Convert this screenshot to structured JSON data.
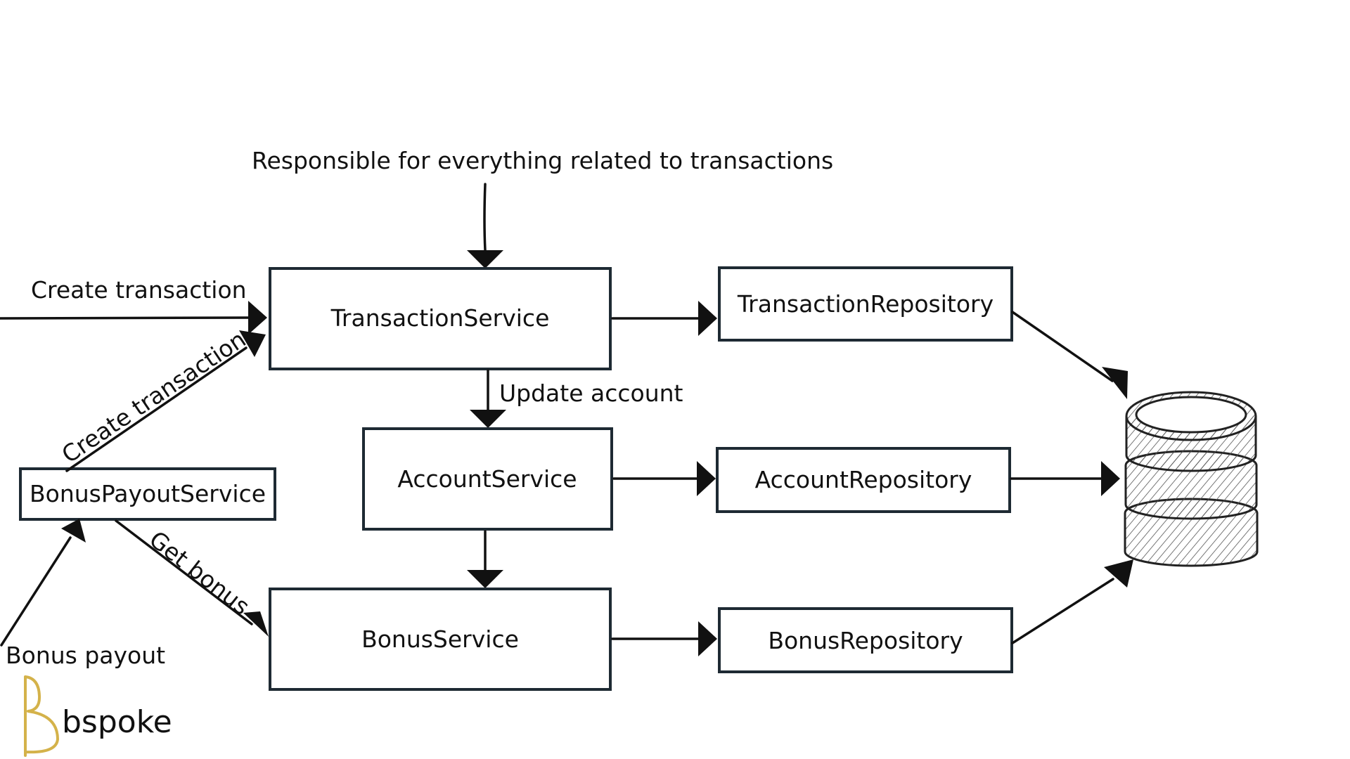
{
  "annotation": "Responsible for everything related to transactions",
  "labels": {
    "create_transaction_left": "Create transaction",
    "create_transaction_diagonal": "Create transaction",
    "update_account": "Update account",
    "get_bonus": "Get bonus",
    "bonus_payout": "Bonus payout"
  },
  "services": {
    "transaction": "TransactionService",
    "account": "AccountService",
    "bonus": "BonusService",
    "bonus_payout": "BonusPayoutService"
  },
  "repositories": {
    "transaction": "TransactionRepository",
    "account": "AccountRepository",
    "bonus": "BonusRepository"
  },
  "logo": {
    "text": "bspoke",
    "accent_color": "#d4b24a"
  },
  "database_icon": "database-icon"
}
